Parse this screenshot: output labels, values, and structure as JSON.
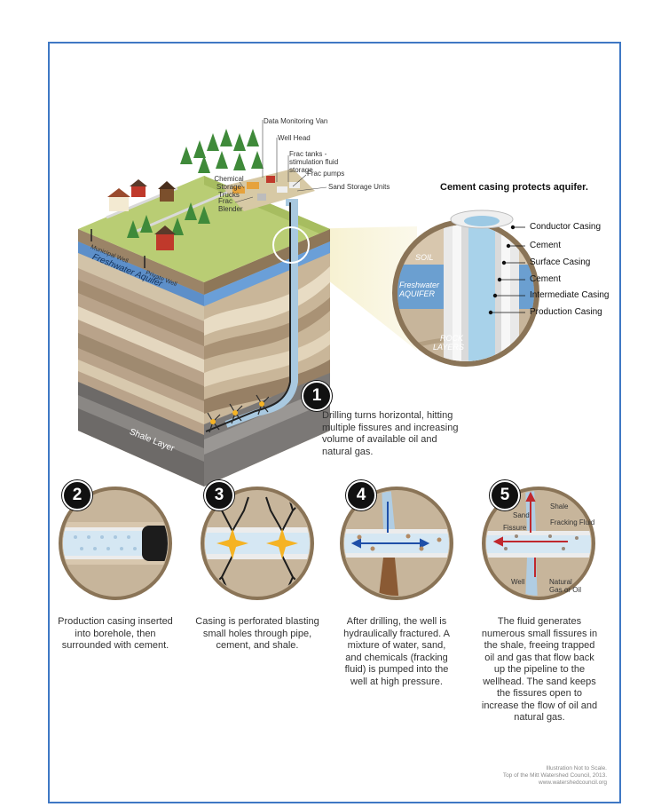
{
  "surface_labels": {
    "data_monitoring_van": "Data Monitoring Van",
    "well_head": "Well Head",
    "frac_tanks": "Frac tanks - stimulation fluid storage",
    "chemical_storage": "Chemical Storage Trucks",
    "frac_pumps": "Frac pumps",
    "sand_storage": "Sand Storage Units",
    "frac_blender": "Frac Blender",
    "municipal_well": "Municipal Well",
    "private_well": "Private Well",
    "freshwater_aquifer": "Freshwater Aquifer",
    "shale_layer": "Shale Layer"
  },
  "callout": {
    "title": "Cement casing protects aquifer.",
    "soil": "SOIL",
    "aquifer": "Freshwater AQUIFER",
    "rock": "ROCK LAYERS",
    "casings": [
      "Conductor Casing",
      "Cement",
      "Surface Casing",
      "Cement",
      "Intermediate Casing",
      "Production Casing"
    ]
  },
  "step1": {
    "number": "1",
    "text": "Drilling turns horizontal, hitting multiple fissures and increasing volume of available oil and natural gas."
  },
  "steps": [
    {
      "number": "2",
      "text": "Production casing inserted into borehole, then surrounded with cement."
    },
    {
      "number": "3",
      "text": "Casing is perforated blasting small holes through pipe, cement, and shale."
    },
    {
      "number": "4",
      "text": "After drilling, the well is hydraulically fractured. A mixture of water, sand, and chemicals (fracking fluid) is pumped into the well at high pressure."
    },
    {
      "number": "5",
      "text": "The fluid generates numerous small fissures in the shale, freeing trapped oil and gas that flow back up the pipeline to the wellhead. The sand keeps the fissures open to increase the flow of oil and natural gas."
    }
  ],
  "step5_labels": {
    "shale": "Shale",
    "sand": "Sand",
    "fissure": "Fissure",
    "fracking_fluid": "Fracking Fluid",
    "well": "Well",
    "natural_gas": "Natural Gas or Oil"
  },
  "credits": {
    "line1": "Illustration Not to Scale.",
    "line2": "Top of the Mitt Watershed Council, 2013.",
    "line3": "www.watershedcouncil.org"
  }
}
